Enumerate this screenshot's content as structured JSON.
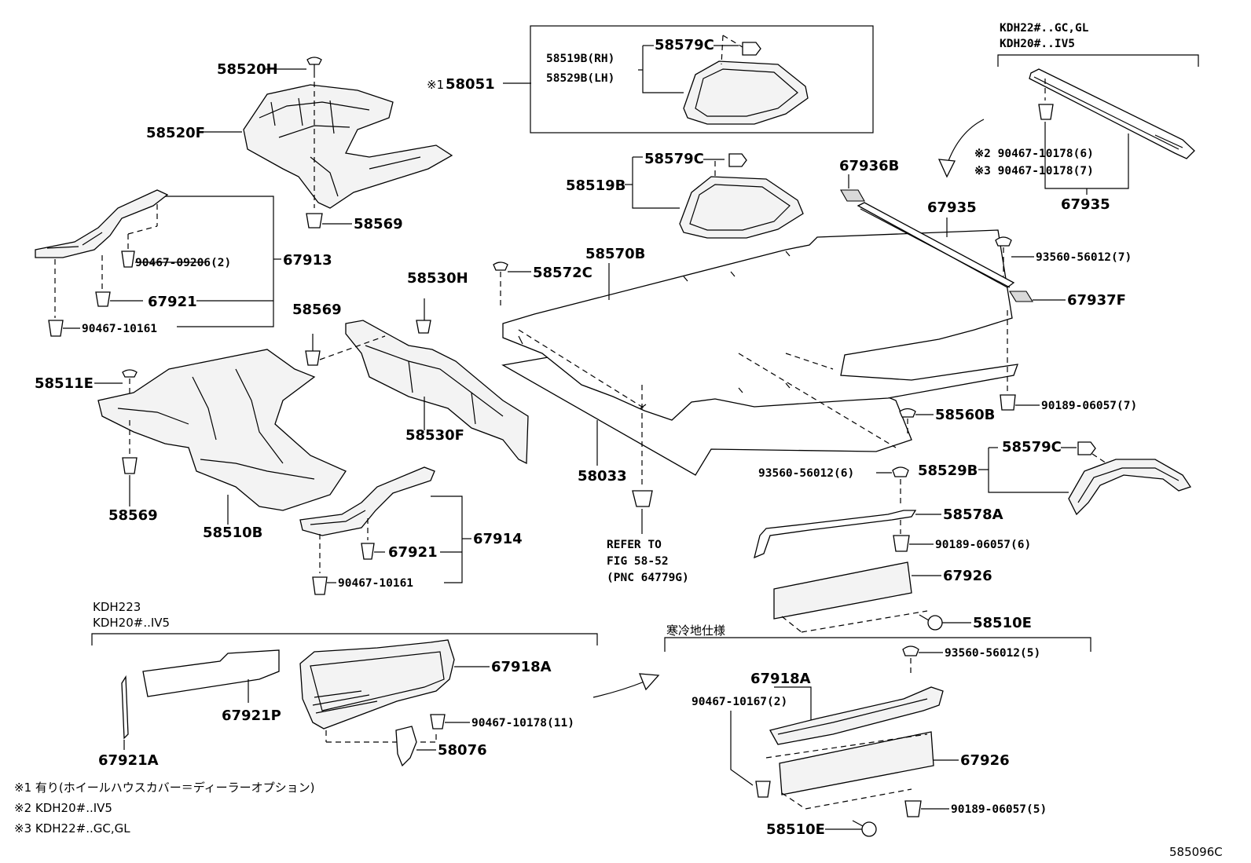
{
  "diagram_id": "585096C",
  "labels": {
    "p58520H": "58520H",
    "p58520F": "58520F",
    "p58569a": "58569",
    "p67913": "67913",
    "p90467_09206": "90467-09206(2)",
    "p67921a": "67921",
    "p90467_10161a": "90467-10161",
    "p58569b": "58569",
    "p58530H": "58530H",
    "p58530F": "58530F",
    "p58511E": "58511E",
    "p58569c": "58569",
    "p58510B": "58510B",
    "p67914": "67914",
    "p67921b": "67921",
    "p90467_10161b": "90467-10161",
    "mark1": "※1",
    "p58051": "58051",
    "p58519B_RH": "58519B(RH)",
    "p58529B_LH": "58529B(LH)",
    "p58579C_a": "58579C",
    "p58579C_b": "58579C",
    "p58519B": "58519B",
    "p58572C": "58572C",
    "p58570B": "58570B",
    "p58033": "58033",
    "refer": [
      "REFER TO",
      "FIG 58-52",
      "(PNC 64779G)"
    ],
    "p67936B": "67936B",
    "p67935a": "67935",
    "p93560_7": "93560-56012(7)",
    "p67937F": "67937F",
    "p90189_7": "90189-06057(7)",
    "p58560B": "58560B",
    "p93560_6": "93560-56012(6)",
    "p58529B": "58529B",
    "p58579C_c": "58579C",
    "p58578A": "58578A",
    "p90189_6": "90189-06057(6)",
    "p67926a": "67926",
    "p58510E_a": "58510E",
    "kdh_top1": "KDH22#..GC,GL",
    "kdh_top2": "KDH20#..IV5",
    "p90467_10178_6": "※2 90467-10178(6)",
    "p90467_10178_7": "※3 90467-10178(7)",
    "p67935b": "67935",
    "kdh_bot1": "KDH223",
    "kdh_bot2": "KDH20#..IV5",
    "p67918A_a": "67918A",
    "p67921P": "67921P",
    "p67921A": "67921A",
    "p90467_10178_11": "90467-10178(11)",
    "p58076": "58076",
    "cold": "寒冷地仕様",
    "p93560_5": "93560-56012(5)",
    "p67918A_b": "67918A",
    "p90467_10167": "90467-10167(2)",
    "p67926b": "67926",
    "p90189_5": "90189-06057(5)",
    "p58510E_b": "58510E"
  },
  "notes": [
    "※1  有り(ホイールハウスカバー＝ディーラーオプション)",
    "※2  KDH20#..IV5",
    "※3  KDH22#..GC,GL"
  ]
}
